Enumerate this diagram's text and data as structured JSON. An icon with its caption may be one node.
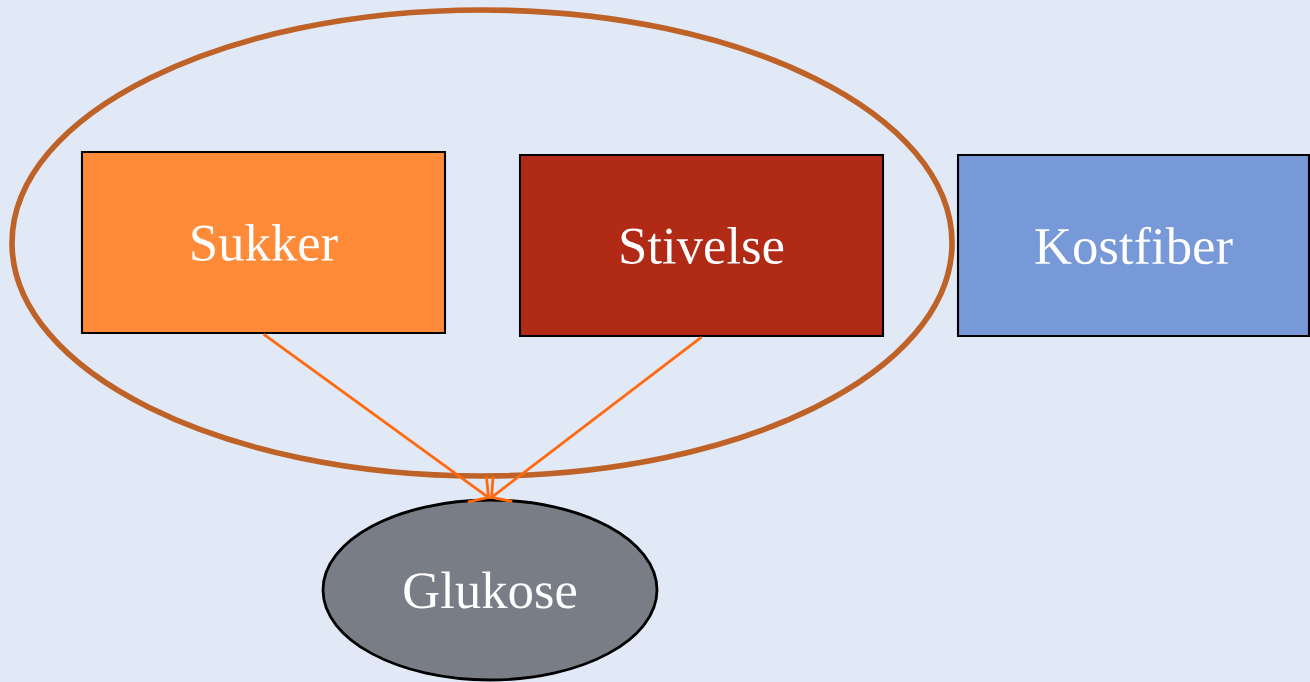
{
  "diagram": {
    "nodes": [
      {
        "text": [],
        "shape": "ellipse"
      },
      {
        "text": [
          "Sukker"
        ],
        "in": 0
      },
      {
        "text": [
          "Stivelse"
        ],
        "in": 0
      },
      {
        "text": [
          "Kostfiber"
        ]
      },
      {
        "text": [
          "Glukose"
        ]
      }
    ],
    "edges": [
      {
        "from": 1,
        "to": 4,
        "arrow": "to"
      },
      {
        "from": 2,
        "to": 4,
        "arrow": "to"
      }
    ]
  }
}
